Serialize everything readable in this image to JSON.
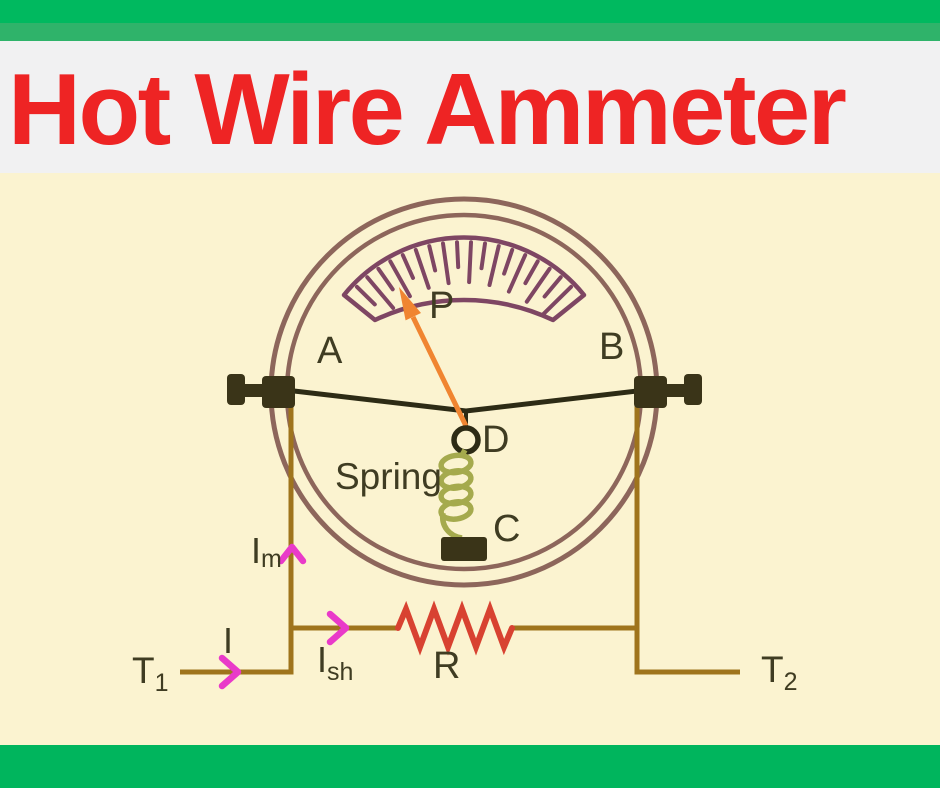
{
  "header": {
    "title": "Hot Wire Ammeter"
  },
  "diagram": {
    "labels": {
      "point_a": "A",
      "point_b": "B",
      "pointer": "P",
      "pivot": "D",
      "spring": "Spring",
      "counterweight": "C",
      "resistor": "R",
      "current_total": "I",
      "current_meter": {
        "base": "I",
        "sub": "m"
      },
      "current_shunt": {
        "base": "I",
        "sub": "sh"
      },
      "terminal_1": {
        "base": "T",
        "sub": "1"
      },
      "terminal_2": {
        "base": "T",
        "sub": "2"
      }
    },
    "scale": {
      "tick_count": 18
    }
  },
  "colors": {
    "bg_cream": "#fbf3d0",
    "green_top": "#00b95f",
    "green_accent": "#2fb36a",
    "green_footer": "#00b55d",
    "banner_bg": "#f1f1f2",
    "title_red": "#ee2424",
    "ring_brown": "#8d665b",
    "scale_plum": "#7e4663",
    "needle_orange": "#f08531",
    "wire_black": "#2d2b15",
    "terminal_dark": "#3a3418",
    "wire_gold": "#9f741c",
    "spring_olive": "#a5aa4d",
    "resistor_red": "#d84231",
    "arrow_magenta": "#e93ac9",
    "label_dark": "#3f3c22"
  }
}
